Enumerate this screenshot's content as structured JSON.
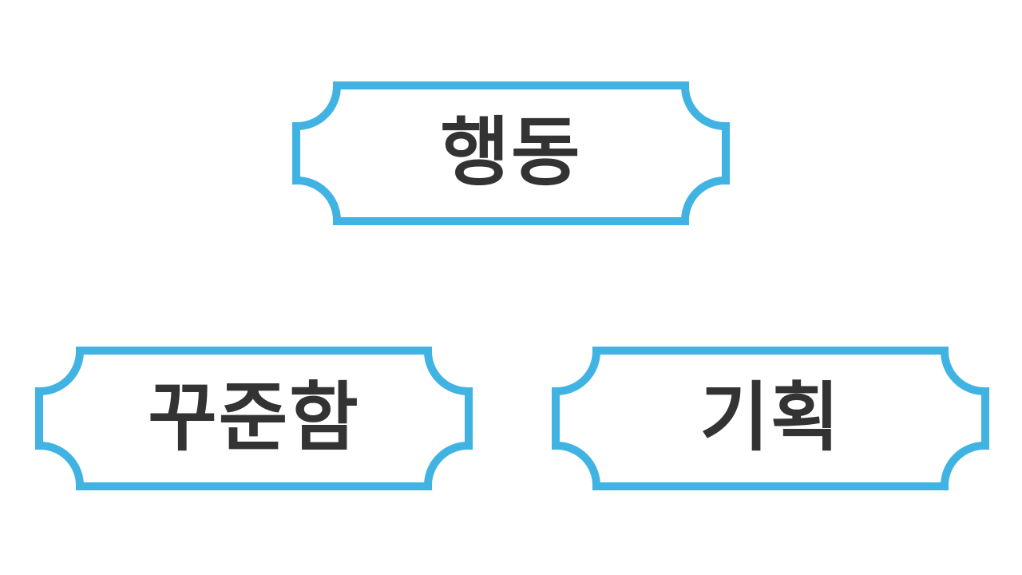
{
  "style": {
    "border_color": "#41b3e3",
    "text_color": "#333333",
    "background": "#ffffff"
  },
  "diagram": {
    "top": {
      "label": "행동"
    },
    "left": {
      "label": "꾸준함"
    },
    "right": {
      "label": "기획"
    }
  }
}
